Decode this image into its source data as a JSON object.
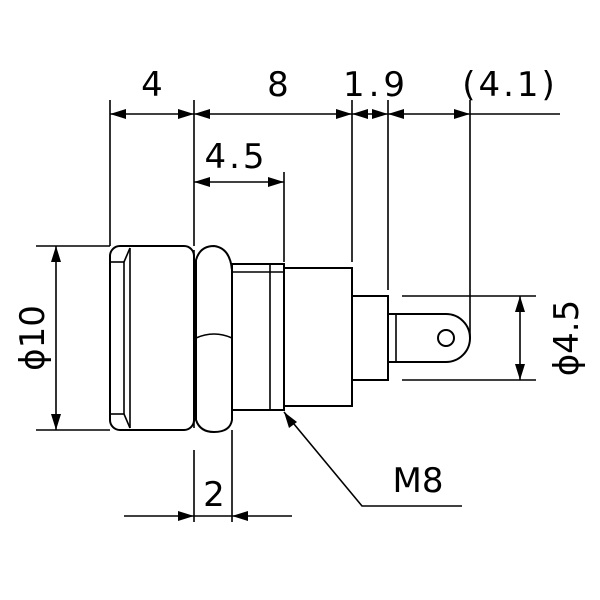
{
  "dimensions": {
    "top_1": "4",
    "top_2": "8",
    "top_3": "1.9",
    "top_4": "(4.1)",
    "upper": "4.5",
    "bottom": "2",
    "left_diameter": "ϕ10",
    "right_diameter": "ϕ4.5",
    "thread": "M8"
  }
}
